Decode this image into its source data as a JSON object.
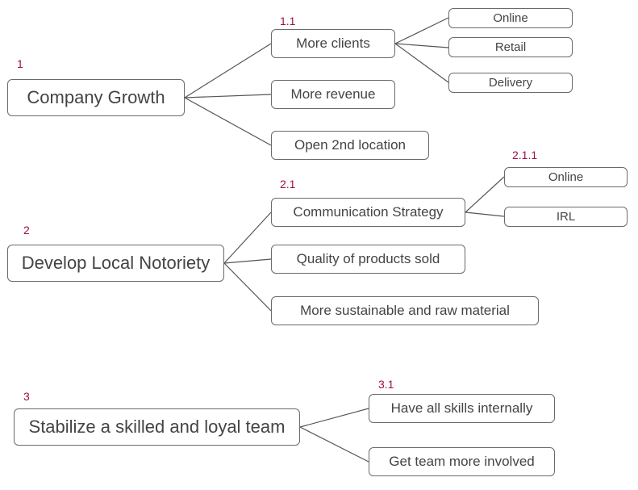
{
  "colors": {
    "number": "#a0104a",
    "text": "#444444",
    "border": "#6a6a6a",
    "line": "#555555"
  },
  "numbers": {
    "n1": "1",
    "n1_1": "1.1",
    "n2": "2",
    "n2_1": "2.1",
    "n2_1_1": "2.1.1",
    "n3": "3",
    "n3_1": "3.1"
  },
  "tree1": {
    "root": "Company Growth",
    "children": [
      "More clients",
      "More revenue",
      "Open 2nd location"
    ],
    "more_clients_children": [
      "Online",
      "Retail",
      "Delivery"
    ]
  },
  "tree2": {
    "root": "Develop Local Notoriety",
    "children": [
      "Communication Strategy",
      "Quality of products sold",
      "More sustainable and raw material"
    ],
    "communication_children": [
      "Online",
      "IRL"
    ]
  },
  "tree3": {
    "root": "Stabilize a skilled and loyal team",
    "children": [
      "Have all skills internally",
      "Get team more involved"
    ]
  }
}
